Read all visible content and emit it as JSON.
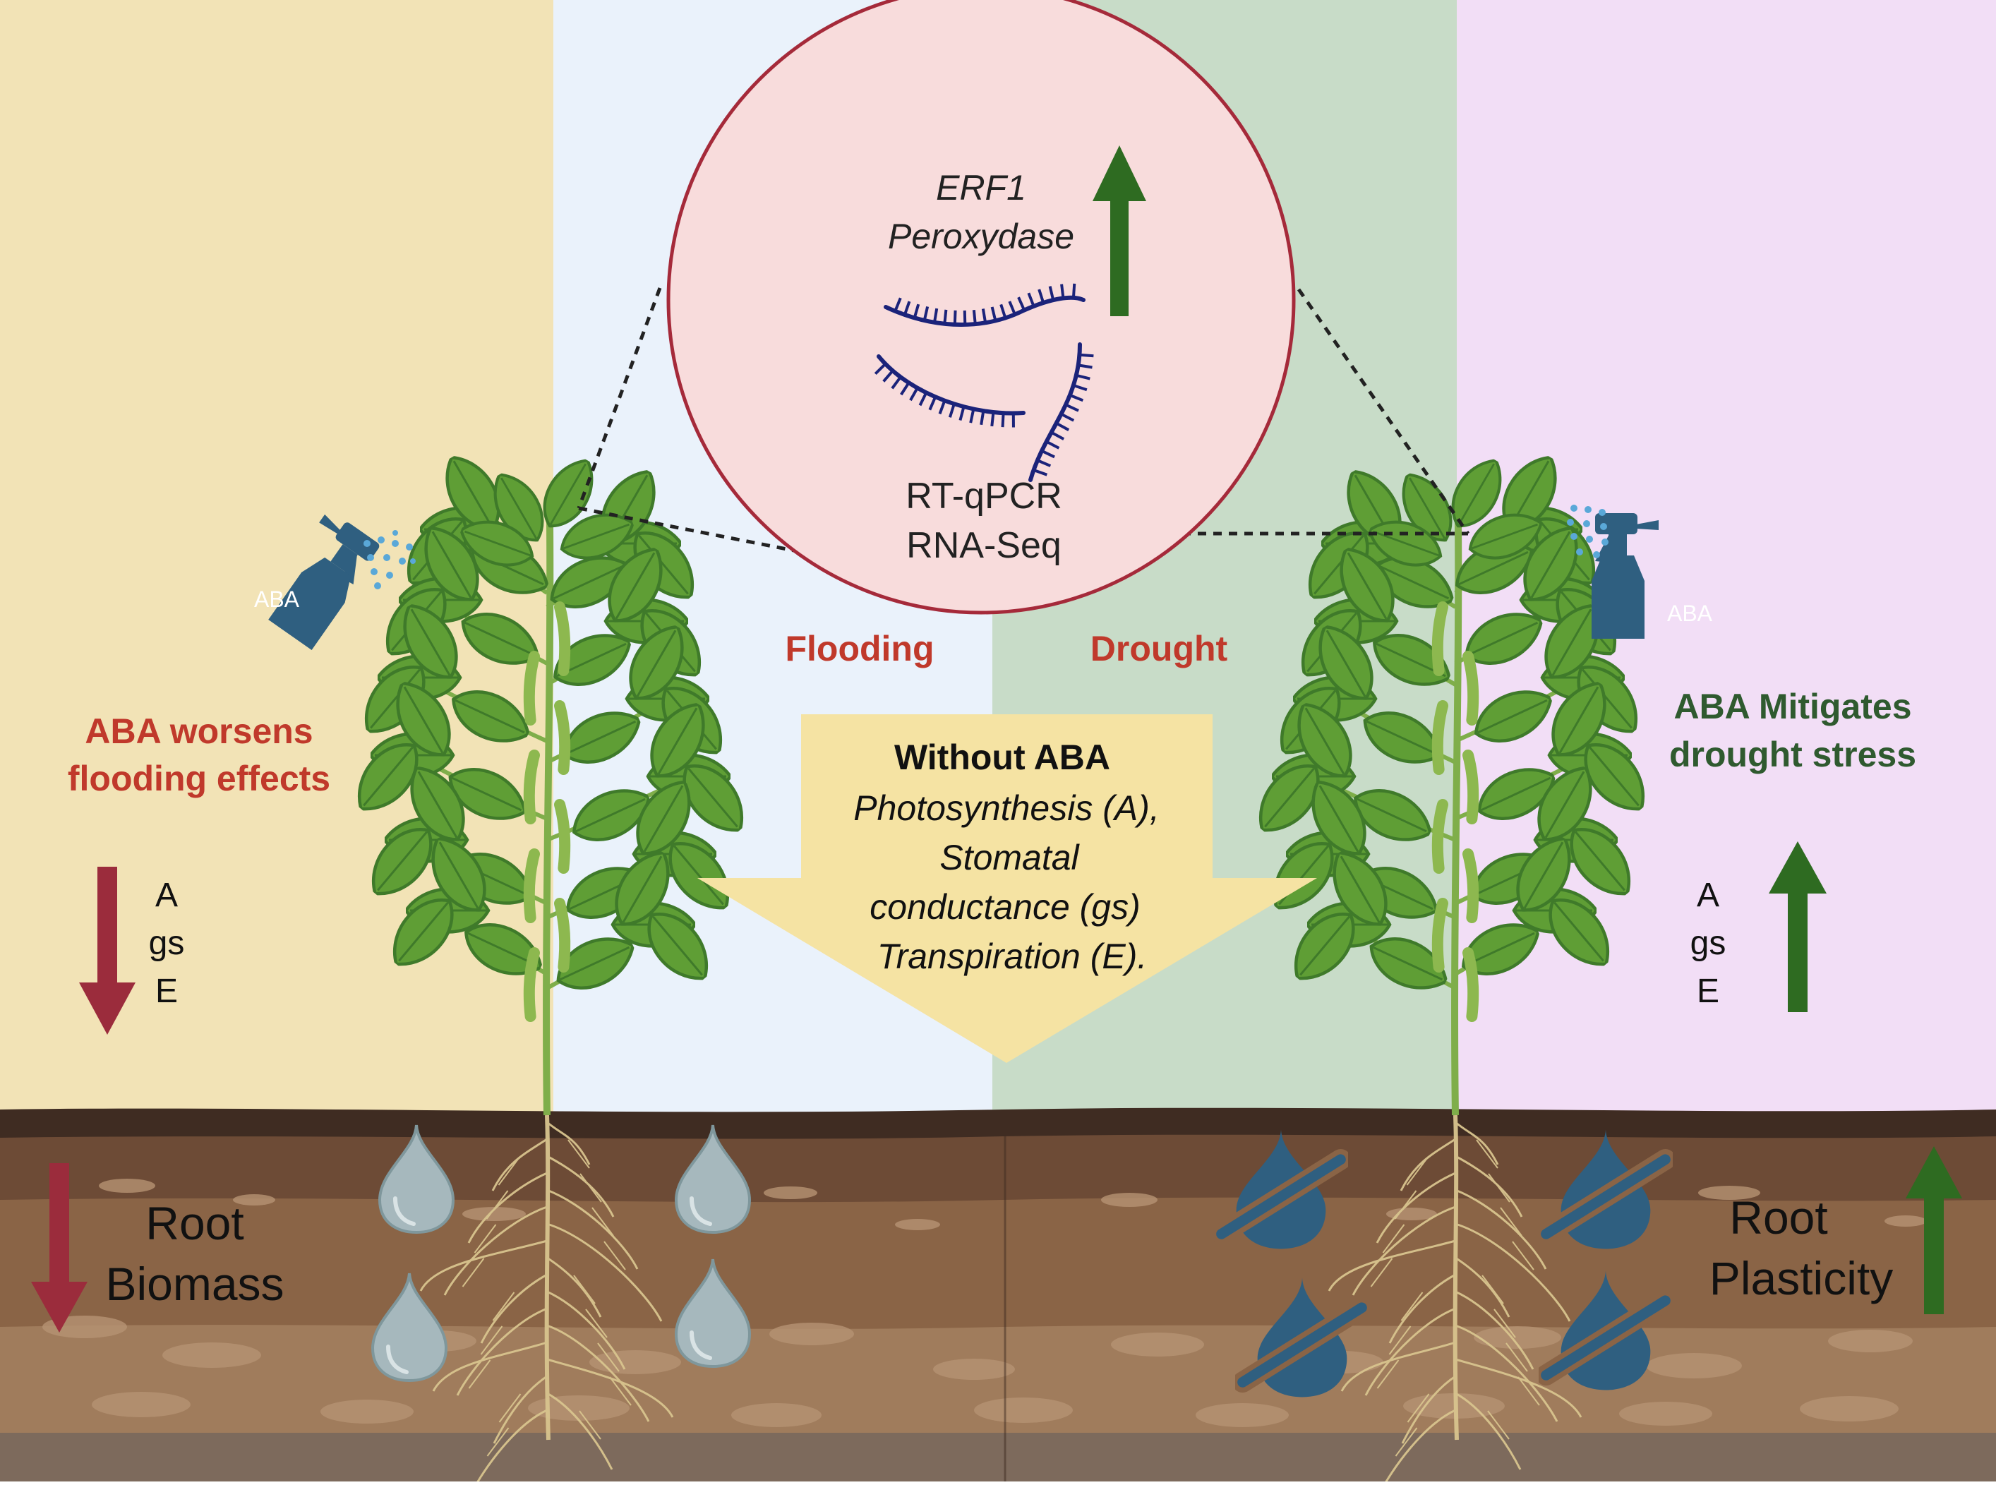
{
  "colors": {
    "panel_flood_outer": "#f2e3b6",
    "panel_flood_inner": "#eaf2fb",
    "panel_drought_inner": "#c8dcc8",
    "panel_drought_outer": "#f2def6",
    "red_text": "#c0392b",
    "green_text": "#2f5a2f",
    "down_arrow": "#9b2c3c",
    "up_arrow": "#2e6b21",
    "circle_fill": "#f8dcdc",
    "circle_stroke": "#a52a3a",
    "rna": "#1b237a",
    "sprayer": "#2f5f80",
    "big_arrow": "#f5e3a3",
    "leaf": "#5f9e35",
    "leaf_dark": "#3f7a2a",
    "stem": "#7fae4a",
    "water_drop": "#a6b8bd",
    "no_water_drop": "#2f5f80",
    "soil_top": "#3f2c22",
    "soil_mid": "#6d4b36",
    "soil_low": "#8a6446",
    "soil_bottom": "#a07c5c"
  },
  "zoom": {
    "gene1": "ERF1",
    "gene2": "Peroxydase",
    "method1": "RT-qPCR",
    "method2": "RNA-Seq"
  },
  "labels": {
    "flooding": "Flooding",
    "drought": "Drought",
    "aba_worsens_line1": "ABA worsens",
    "aba_worsens_line2": "flooding effects",
    "aba_mitigates_line1": "ABA Mitigates",
    "aba_mitigates_line2": "drought stress",
    "sprayer_label_left": "ABA",
    "sprayer_label_right": "ABA"
  },
  "center_box": {
    "title": "Without ABA",
    "line1": "Photosynthesis (A),",
    "line2": "Stomatal",
    "line3": "conductance (gs)",
    "line4": "Transpiration (E)."
  },
  "left_params": {
    "a": "A",
    "gs": "gs",
    "e": "E"
  },
  "right_params": {
    "a": "A",
    "gs": "gs",
    "e": "E"
  },
  "left_root": {
    "line1": "Root",
    "line2": "Biomass"
  },
  "right_root": {
    "line1": "Root",
    "line2": "Plasticity"
  },
  "icons": {
    "left_params_arrow": "down-arrow-icon",
    "right_params_arrow": "up-arrow-icon",
    "gene_arrow": "up-arrow-icon",
    "sprayer": "spray-bottle-icon",
    "drop": "water-drop-icon",
    "no_drop": "no-water-icon",
    "rna": "rna-strand-icon"
  }
}
